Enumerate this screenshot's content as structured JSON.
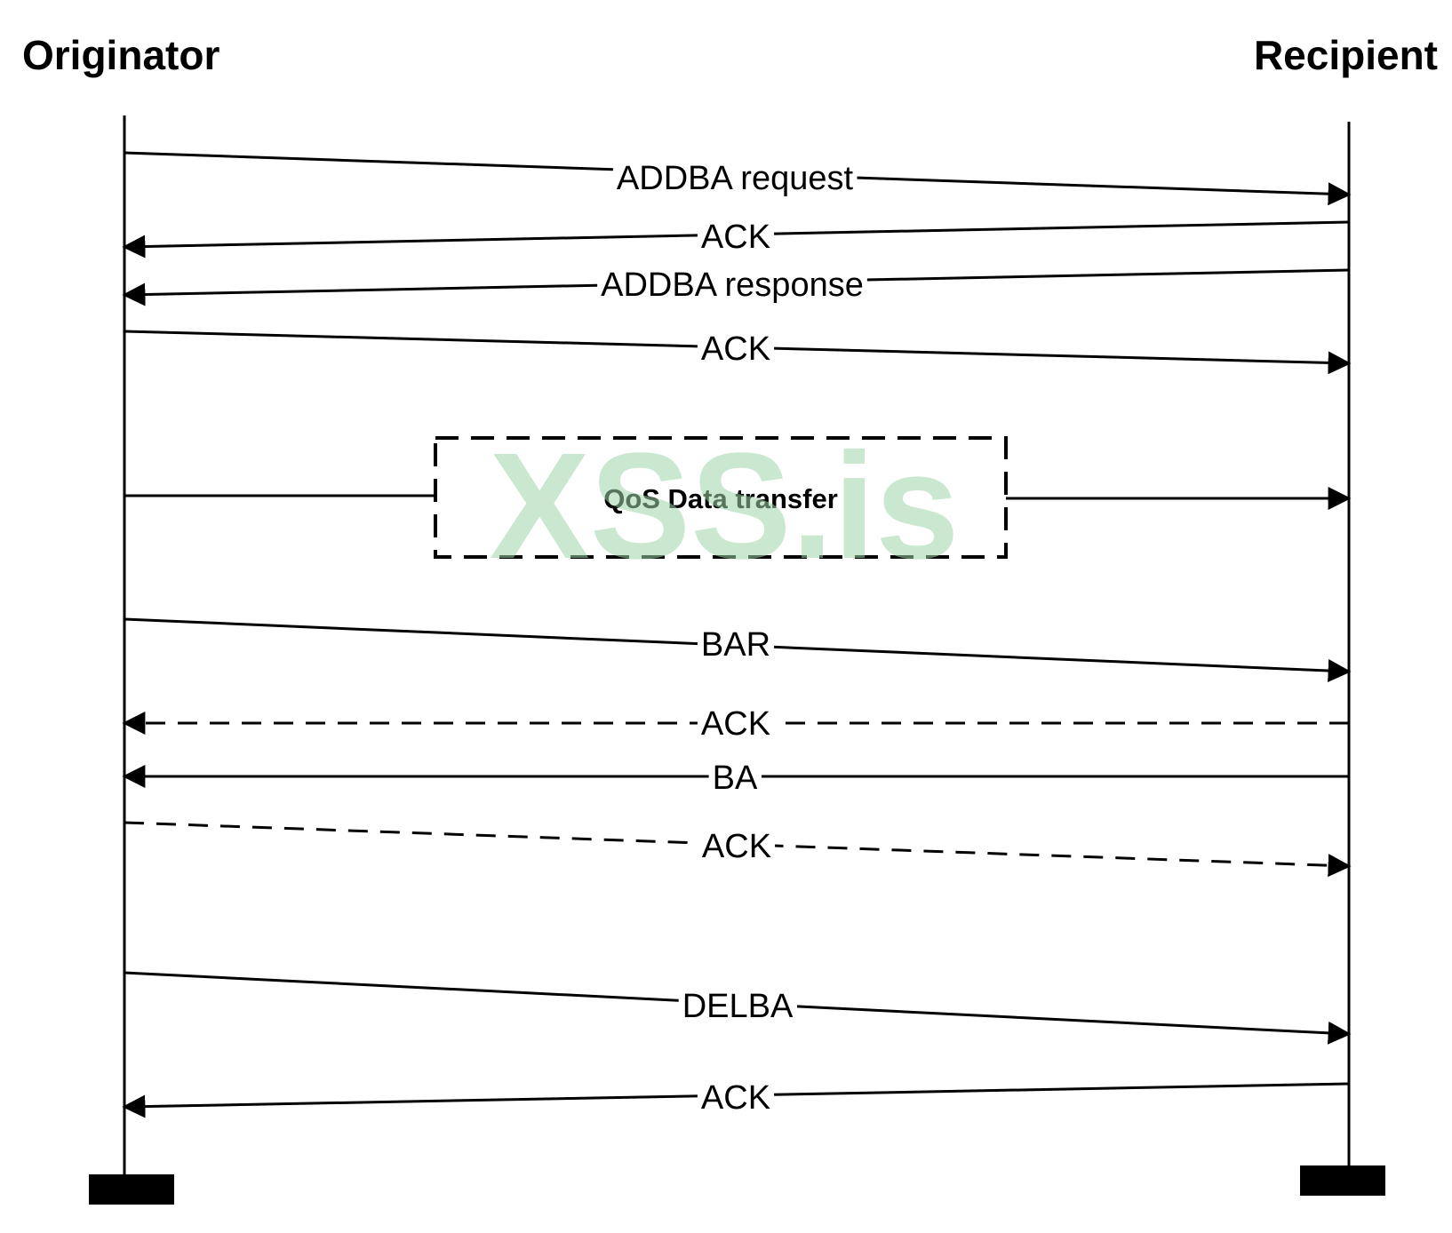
{
  "actors": {
    "originator": "Originator",
    "recipient": "Recipient"
  },
  "messages": [
    {
      "label": "ADDBA request",
      "direction": "to-recipient",
      "style": "solid"
    },
    {
      "label": "ACK",
      "direction": "to-originator",
      "style": "solid"
    },
    {
      "label": "ADDBA response",
      "direction": "to-originator",
      "style": "solid"
    },
    {
      "label": "ACK",
      "direction": "to-recipient",
      "style": "solid"
    },
    {
      "label": "BAR",
      "direction": "to-recipient",
      "style": "solid"
    },
    {
      "label": "ACK",
      "direction": "to-originator",
      "style": "dashed"
    },
    {
      "label": "BA",
      "direction": "to-originator",
      "style": "solid"
    },
    {
      "label": "ACK",
      "direction": "to-recipient",
      "style": "dashed"
    },
    {
      "label": "DELBA",
      "direction": "to-recipient",
      "style": "solid"
    },
    {
      "label": "ACK",
      "direction": "to-originator",
      "style": "solid"
    }
  ],
  "transfer_box": {
    "label": "QoS Data transfer",
    "direction": "to-recipient",
    "border": "dashed"
  },
  "watermark": "XSS.is",
  "colors": {
    "line": "#000000",
    "watermark": "#9fd4a8"
  }
}
